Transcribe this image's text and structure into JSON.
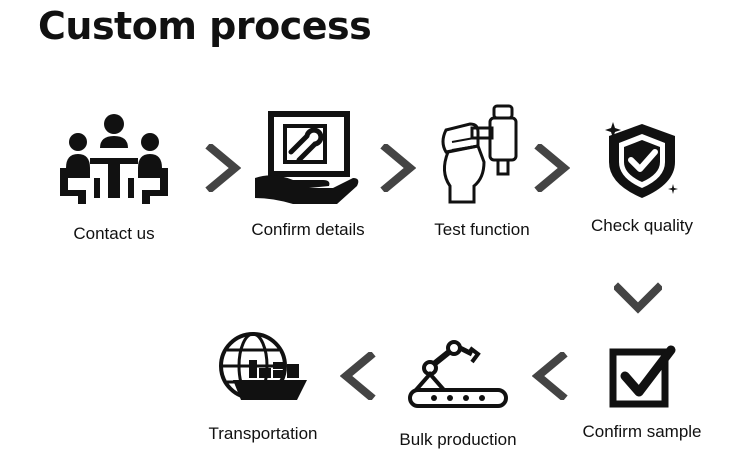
{
  "title": "Custom process",
  "steps": [
    {
      "label": "Contact us",
      "icon": "meeting-icon"
    },
    {
      "label": "Confirm details",
      "icon": "monitor-wrench-icon"
    },
    {
      "label": "Test function",
      "icon": "fist-hammer-icon"
    },
    {
      "label": "Check quality",
      "icon": "shield-check-icon"
    },
    {
      "label": "Confirm sample",
      "icon": "checkbox-icon"
    },
    {
      "label": "Bulk production",
      "icon": "robot-conveyor-icon"
    },
    {
      "label": "Transportation",
      "icon": "globe-ship-icon"
    }
  ],
  "colors": {
    "icon": "#111111",
    "arrow": "#444444",
    "text": "#111111"
  }
}
